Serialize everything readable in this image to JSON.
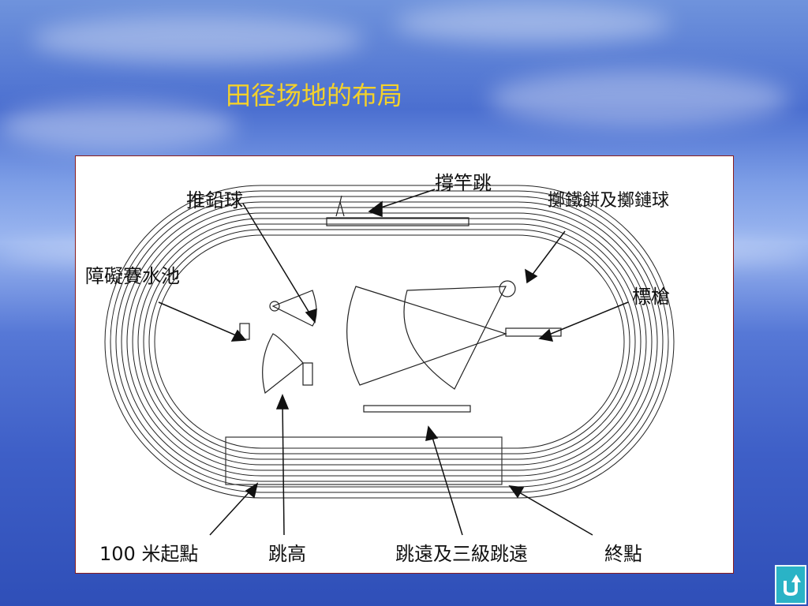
{
  "slide": {
    "title": "田径场地的布局"
  },
  "diagram": {
    "labels": {
      "pole_vault": "撐竿跳",
      "shot_put": "推鉛球",
      "discus_hammer": "擲鐵餅及擲鏈球",
      "steeplechase_pit": "障礙賽水池",
      "javelin": "標槍",
      "start_100m": "100 米起點",
      "high_jump": "跳高",
      "long_triple_jump": "跳遠及三級跳遠",
      "finish": "終點"
    }
  },
  "colors": {
    "title": "#f4d12a",
    "nav_button": "#2ab3c6"
  },
  "icons": {
    "nav": "u-turn-arrow-icon"
  }
}
